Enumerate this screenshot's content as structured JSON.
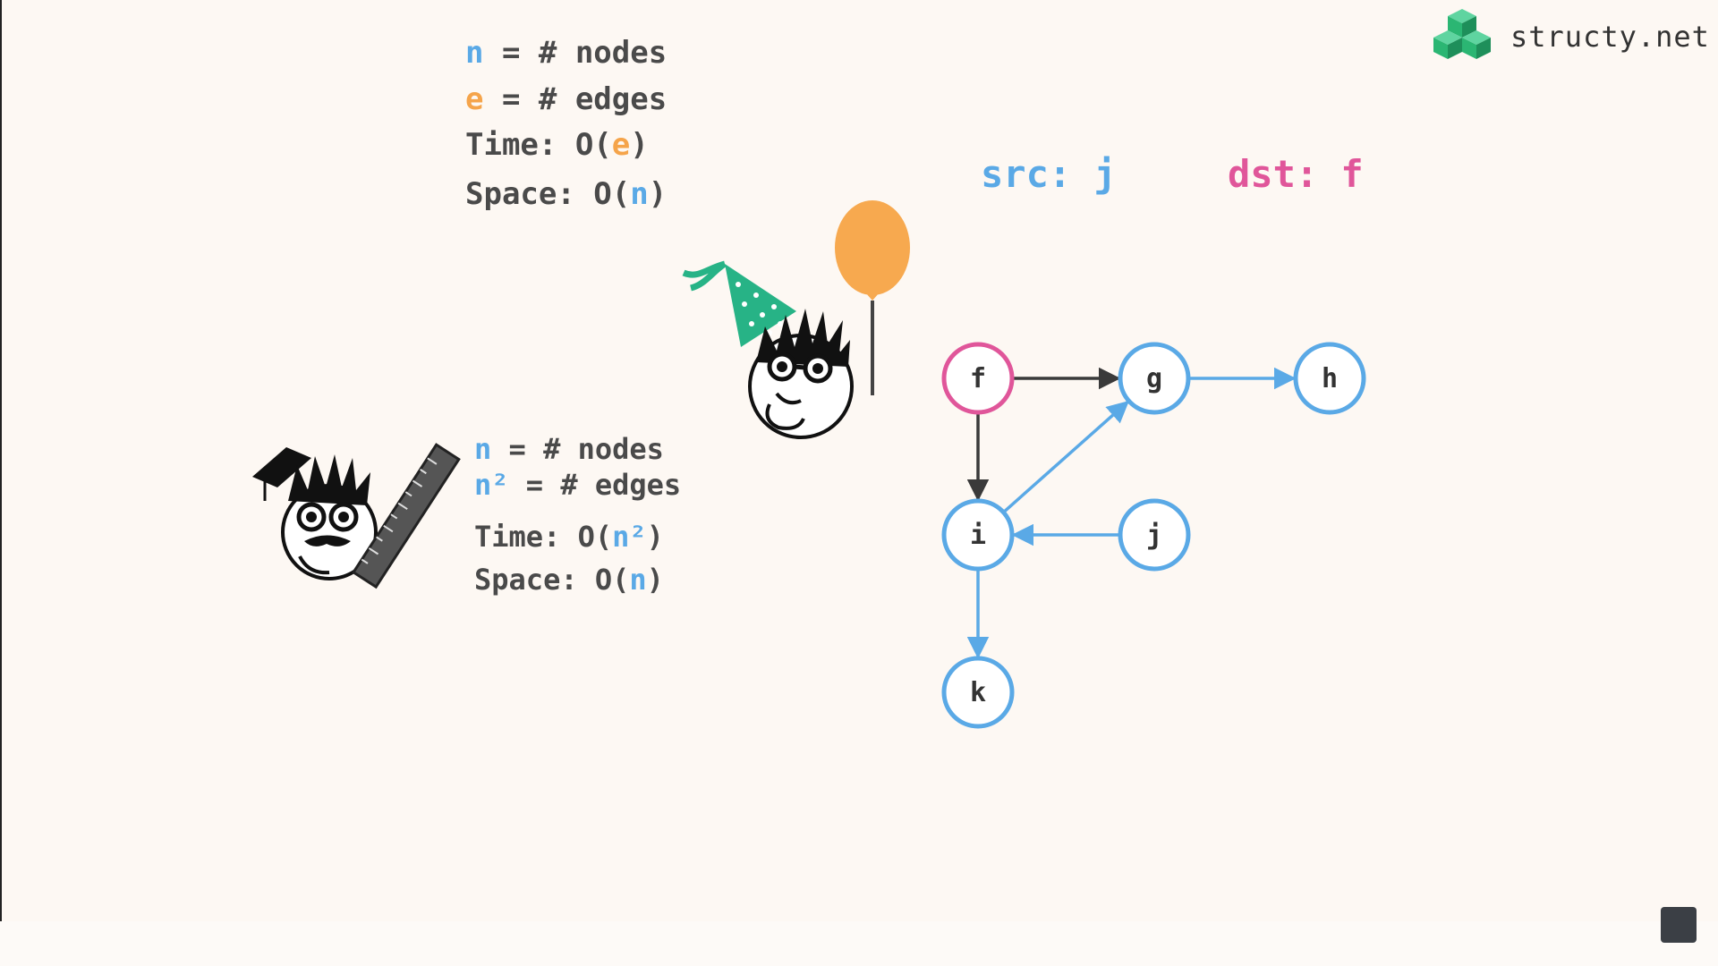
{
  "brand": {
    "name": "structy.net",
    "logo_icon": "stacked-green-cubes-icon"
  },
  "block_top": {
    "n_symbol": "n",
    "n_rest": " = # nodes",
    "e_symbol": "e",
    "e_rest": " = # edges",
    "time_prefix": "Time: O(",
    "time_var": "e",
    "time_suffix": ")",
    "space_prefix": "Space: O(",
    "space_var": "n",
    "space_suffix": ")"
  },
  "block_bottom": {
    "n_symbol": "n",
    "n_rest": " = # nodes",
    "n2_symbol": "n²",
    "n2_rest": " = # edges",
    "time_prefix": "Time: O(",
    "time_var": "n²",
    "time_suffix": ")",
    "space_prefix": "Space: O(",
    "space_var": "n",
    "space_suffix": ")"
  },
  "query": {
    "src_label": "src: j",
    "dst_label": "dst: f"
  },
  "graph": {
    "nodes": [
      {
        "id": "f",
        "label": "f",
        "role": "dst"
      },
      {
        "id": "g",
        "label": "g",
        "role": "normal"
      },
      {
        "id": "h",
        "label": "h",
        "role": "normal"
      },
      {
        "id": "i",
        "label": "i",
        "role": "normal"
      },
      {
        "id": "j",
        "label": "j",
        "role": "src"
      },
      {
        "id": "k",
        "label": "k",
        "role": "normal"
      }
    ],
    "edges": [
      {
        "from": "f",
        "to": "g",
        "state": "dark"
      },
      {
        "from": "f",
        "to": "i",
        "state": "dark"
      },
      {
        "from": "g",
        "to": "h",
        "state": "blue"
      },
      {
        "from": "i",
        "to": "g",
        "state": "blue"
      },
      {
        "from": "j",
        "to": "i",
        "state": "blue"
      },
      {
        "from": "i",
        "to": "k",
        "state": "blue"
      }
    ]
  },
  "colors": {
    "background": "#fdf8f3",
    "blue": "#5aa9e6",
    "orange": "#f5a44a",
    "pink": "#e0569a",
    "dark_edge": "#3a3a3a",
    "green": "#2bb673"
  },
  "illustrations": [
    "party-hat-character-with-balloon",
    "graduate-character-with-ruler"
  ]
}
